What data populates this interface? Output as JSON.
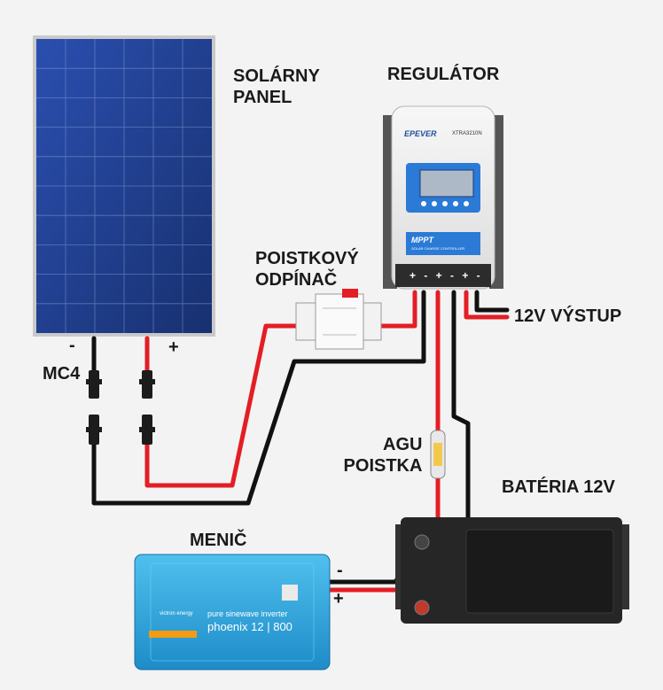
{
  "labels": {
    "solar_panel_line1": "SOLÁRNY",
    "solar_panel_line2": "PANEL",
    "regulator": "REGULÁTOR",
    "fuse_switch_line1": "POISTKOVÝ",
    "fuse_switch_line2": "ODPÍNAČ",
    "output": "12V VÝSTUP",
    "mc4": "MC4",
    "panel_minus": "-",
    "panel_plus": "+",
    "agu_line1": "AGU",
    "agu_line2": "POISTKA",
    "battery": "BATÉRIA 12V",
    "inverter": "MENIČ",
    "inverter_minus": "-",
    "inverter_plus": "+"
  },
  "controller": {
    "brand": "EPEVER",
    "model": "XTRA3210N",
    "mppt": "MPPT",
    "subtitle": "SOLAR CHARGE CONTROLLER",
    "terminals": "+ - + - + -"
  },
  "inverter_device": {
    "brand": "victron energy",
    "line1": "pure sinewave inverter",
    "line2": "phoenix 12 | 800"
  },
  "colors": {
    "background": "#f3f3f3",
    "wire_red": "#e31e24",
    "wire_black": "#111111",
    "panel_blue": "#1f3c8f",
    "inverter_blue": "#2a9fd8"
  }
}
